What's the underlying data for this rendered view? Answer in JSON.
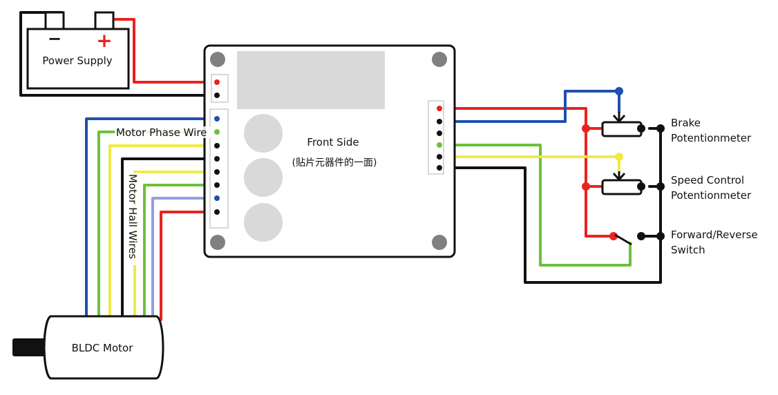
{
  "labels": {
    "power_supply": "Power Supply",
    "front_side": "Front Side",
    "front_side_sub": "(贴片元器件的一面)",
    "motor_phase_wire": "Motor  Phase Wire",
    "motor_hall_wires": "Motor Hall Wires",
    "bldc_motor": "BLDC Motor",
    "brake_line1": "Brake",
    "brake_line2": "Potentionmeter",
    "speed_line1": "Speed Control",
    "speed_line2": "Potentionmeter",
    "switch_line1": "Forward/Reverse",
    "switch_line2": "Switch",
    "battery_minus": "−",
    "battery_plus": "+"
  },
  "colors": {
    "red": "#e8231f",
    "black": "#111111",
    "blue": "#1f4fb0",
    "green": "#6cc13a",
    "yellow": "#f0ea46",
    "light_blue": "#8f9fe0",
    "board_gray": "#d9d9d9",
    "mount_hole": "#808080"
  }
}
